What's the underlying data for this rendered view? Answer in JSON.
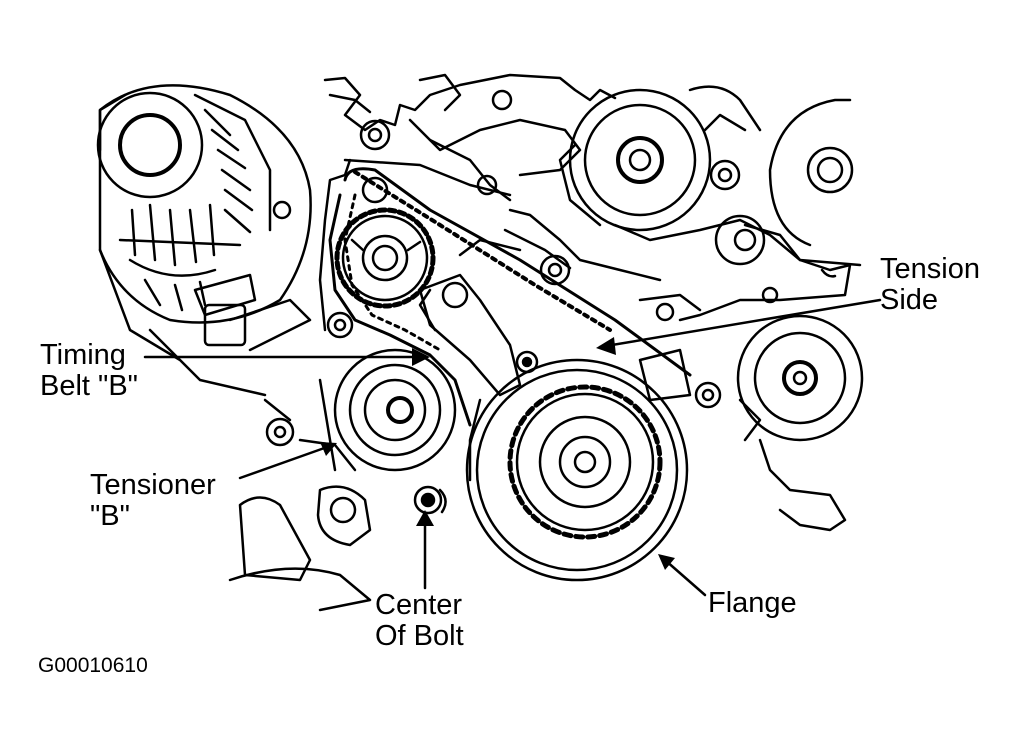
{
  "diagram": {
    "labels": {
      "tension_side": [
        "Tension",
        "Side"
      ],
      "timing_belt_b": [
        "Timing",
        "Belt \"B\""
      ],
      "tensioner_b": [
        "Tensioner",
        "\"B\""
      ],
      "center_of_bolt": [
        "Center",
        "Of Bolt"
      ],
      "flange": "Flange"
    },
    "figure_id": "G00010610",
    "colors": {
      "ink": "#000000",
      "paper": "#ffffff"
    }
  }
}
